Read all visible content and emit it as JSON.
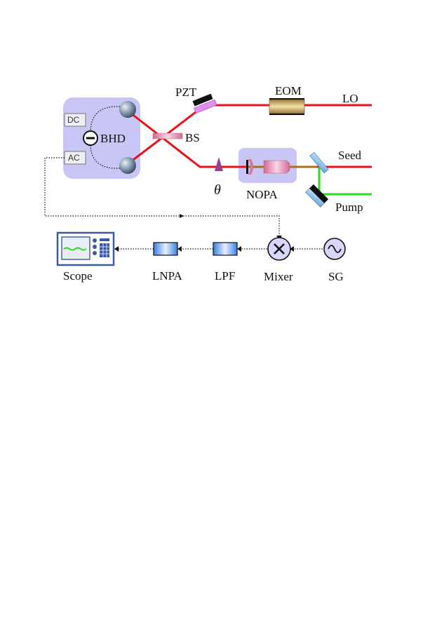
{
  "labels": {
    "pzt": "PZT",
    "eom": "EOM",
    "lo": "LO",
    "dc": "DC",
    "bhd": "BHD",
    "ac": "AC",
    "bs": "BS",
    "seed": "Seed",
    "theta": "θ",
    "nopa": "NOPA",
    "pump": "Pump",
    "scope": "Scope",
    "lnpa": "LNPA",
    "lpf": "LPF",
    "mixer": "Mixer",
    "sg": "SG"
  },
  "colors": {
    "beam_red": "#e8121a",
    "beam_green": "#22e01a",
    "bhd_box": "#c8c6f4",
    "nopa_box": "#c8c6f4",
    "scope_frame": "#3a5aa6"
  }
}
